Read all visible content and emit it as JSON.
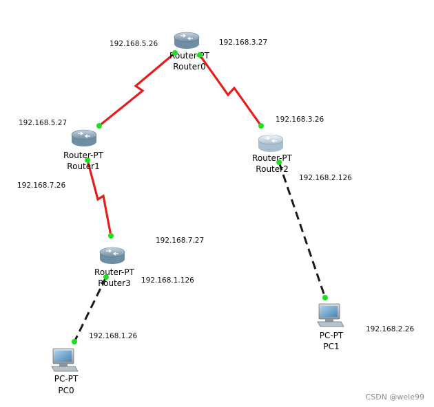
{
  "colors": {
    "serial_link": "#e81b1b",
    "ethernet_link": "#1a1a1a",
    "port_up": "#1ee01e",
    "router_body": "#8fa9bb",
    "router_selected": "#c9d9e6"
  },
  "devices": {
    "router0": {
      "type": "Router-PT",
      "name": "Router0",
      "icon": "router-icon"
    },
    "router1": {
      "type": "Router-PT",
      "name": "Router1",
      "icon": "router-icon"
    },
    "router2": {
      "type": "Router-PT",
      "name": "Router2",
      "icon": "router-icon"
    },
    "router3": {
      "type": "Router-PT",
      "name": "Router3",
      "icon": "router-icon"
    },
    "pc0": {
      "type": "PC-PT",
      "name": "PC0",
      "icon": "pc-icon"
    },
    "pc1": {
      "type": "PC-PT",
      "name": "PC1",
      "icon": "pc-icon"
    }
  },
  "links": [
    {
      "from": "Router0",
      "to": "Router1",
      "kind": "serial"
    },
    {
      "from": "Router0",
      "to": "Router2",
      "kind": "serial"
    },
    {
      "from": "Router1",
      "to": "Router3",
      "kind": "serial"
    },
    {
      "from": "Router2",
      "to": "PC1",
      "kind": "ethernet"
    },
    {
      "from": "Router3",
      "to": "PC0",
      "kind": "ethernet"
    }
  ],
  "ip_labels": {
    "r0_to_r1": "192.168.5.26",
    "r0_to_r2": "192.168.3.27",
    "r1_to_r0": "192.168.5.27",
    "r2_to_r0": "192.168.3.26",
    "r2_to_pc1": "192.168.2.126",
    "r1_to_r3": "192.168.7.26",
    "r3_to_r1": "192.168.7.27",
    "r3_to_pc0": "192.168.1.126",
    "pc0_ip": "192.168.1.26",
    "pc1_ip": "192.168.2.26"
  },
  "watermark": "CSDN @wele99"
}
